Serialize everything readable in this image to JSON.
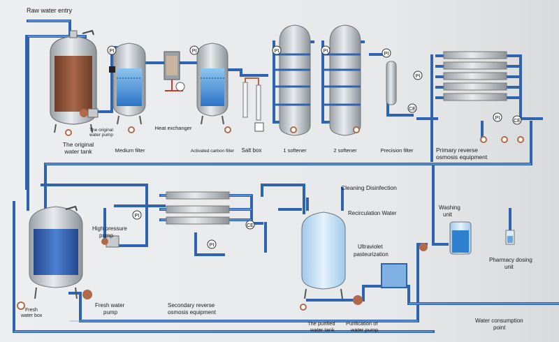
{
  "labels": {
    "raw_water_entry": "Raw water entry",
    "original_tank": [
      "The original",
      "water tank"
    ],
    "original_pump": [
      "The original",
      "water pump"
    ],
    "medium_filter": "Medium filter",
    "heat_exchanger": "Heat exchanger",
    "activated_carbon": "Activated carbon filter",
    "salt_box": "Salt box",
    "softener1": "1 softener",
    "softener2": "2 softener",
    "precision_filter": "Precision filter",
    "primary_ro": [
      "Primary reverse",
      "osmosis equipment"
    ],
    "cleaning": "Cleaning Disinfection",
    "recirculation": "Recirculation Water",
    "washing_unit": [
      "Washing",
      "unit"
    ],
    "pharmacy_dosing": [
      "Pharmacy dosing",
      "unit"
    ],
    "high_pressure_pump": [
      "High pressure",
      "pump"
    ],
    "fresh_water_box": [
      "Fresh",
      "water box"
    ],
    "fresh_water_pump": [
      "Fresh water",
      "pump"
    ],
    "secondary_ro": [
      "Secondary reverse",
      "osmosis equipment"
    ],
    "uv": [
      "Ultraviolet",
      "pasteurization"
    ],
    "purified_tank": [
      "The purified",
      "water tank"
    ],
    "purification_pump": [
      "Purification of",
      "water pump"
    ],
    "consumption": [
      "Water consumption",
      "point"
    ]
  },
  "badges": {
    "pressure": "PI",
    "conductivity": "CE"
  },
  "colors": {
    "pipe": "#2f63ad",
    "pipe_light": "#8fb8e6",
    "tank_brown": "#8a4f34",
    "water_blue": "#3f8fd8",
    "dark_water": "#2d4f9a",
    "pump": "#b06a4a"
  }
}
